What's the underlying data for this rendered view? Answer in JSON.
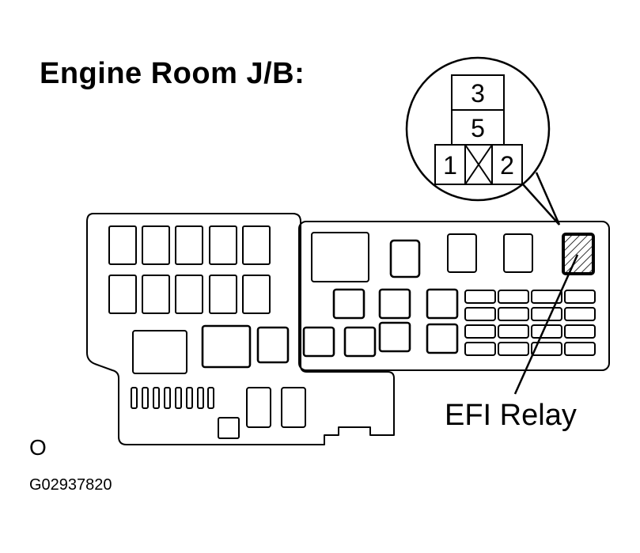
{
  "title": "Engine Room J/B:",
  "connector_pins": {
    "top": "3",
    "middle": "5",
    "left": "1",
    "right": "2"
  },
  "callout_label": "EFI Relay",
  "view_mark": "O",
  "figure_id": "G02937820"
}
